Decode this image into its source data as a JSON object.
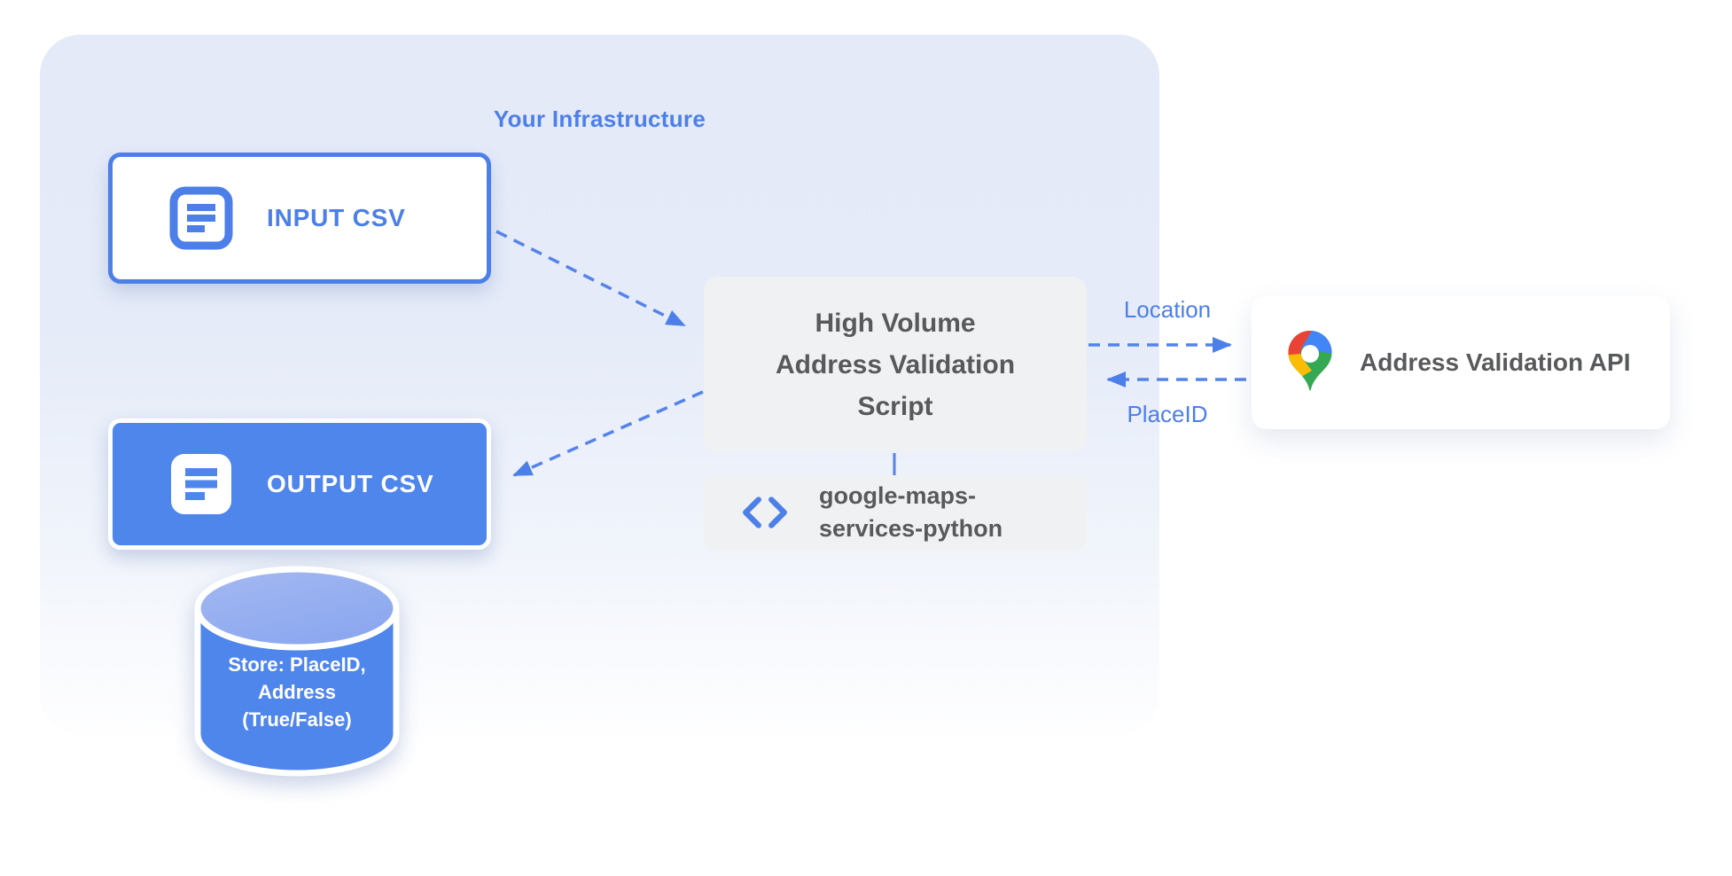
{
  "container": {
    "label": "Your Infrastructure"
  },
  "nodes": {
    "input_csv": {
      "label": "INPUT CSV",
      "icon": "document-icon"
    },
    "output_csv": {
      "label": "OUTPUT CSV",
      "icon": "document-icon"
    },
    "script": {
      "lines": [
        "High Volume",
        "Address Validation",
        "Script"
      ]
    },
    "library": {
      "lines": [
        "google-maps-",
        "services-python"
      ],
      "icon": "code-icon"
    },
    "api": {
      "label": "Address Validation API",
      "icon": "google-maps-pin-icon"
    },
    "datastore": {
      "lines": [
        "Store: PlaceID,",
        "Address",
        "(True/False)"
      ]
    }
  },
  "edges": {
    "input_to_script": {
      "label": ""
    },
    "script_to_output": {
      "label": ""
    },
    "script_to_api": {
      "label": "Location"
    },
    "api_to_script": {
      "label": "PlaceID"
    }
  },
  "colors": {
    "primary_blue": "#4c7fe8",
    "fill_blue": "#4e86ec",
    "cylinder_top_blue": "#94adf0",
    "arrow_blue": "#5483e9",
    "box_gray": "#f0f1f2",
    "dark_text": "#58595b",
    "container_background": "#e4eaf8",
    "pin_red": "#ea4335",
    "pin_blue": "#4285f4",
    "pin_yellow": "#fbbc04",
    "pin_green": "#34a853"
  }
}
